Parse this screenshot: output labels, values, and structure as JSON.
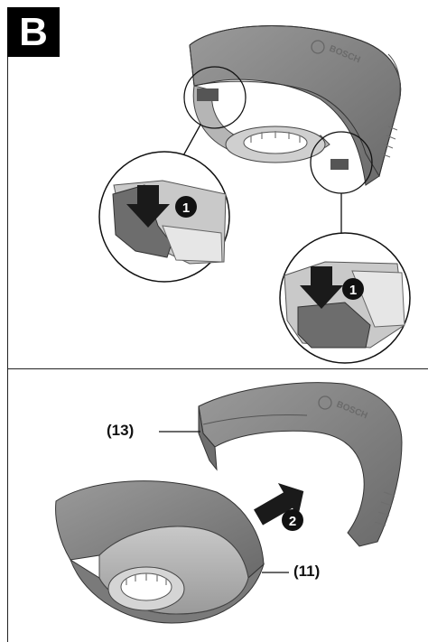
{
  "figure": {
    "label": "B"
  },
  "steps": {
    "step1": "1",
    "step2": "2"
  },
  "callouts": {
    "guard_clip": "(13)",
    "guard": "(11)"
  },
  "logo": {
    "brand": "BOSCH"
  },
  "colors": {
    "guard_gray": "#8c8c8c",
    "guard_dark": "#5e5e5e",
    "guard_light": "#b8b8b8",
    "arrow": "#1a1a1a"
  }
}
